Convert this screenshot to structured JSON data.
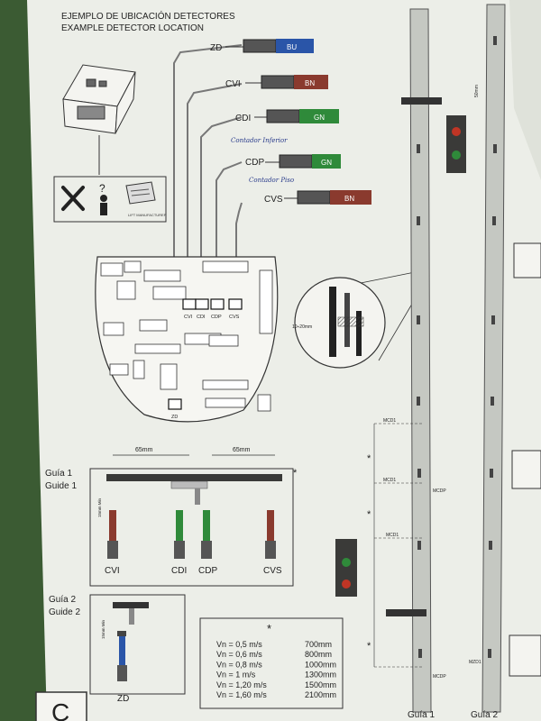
{
  "title": {
    "es": "EJEMPLO DE UBICACIÓN DETECTORES",
    "en": "EXAMPLE DETECTOR LOCATION"
  },
  "detectors": [
    {
      "id": "ZD",
      "color_label": "BU",
      "color": "#2a55a8"
    },
    {
      "id": "CVI",
      "color_label": "BN",
      "color": "#8a3a2e"
    },
    {
      "id": "CDI",
      "color_label": "GN",
      "color": "#2f8a3a"
    },
    {
      "id": "CDP",
      "color_label": "GN",
      "color": "#2f8a3a"
    },
    {
      "id": "CVS",
      "color_label": "BN",
      "color": "#8a3a2e"
    }
  ],
  "handwritten": {
    "cdi": "Contador Inferior",
    "cdp": "Contador Piso"
  },
  "manufacturer_label": "LIFT MANUFACTURER",
  "board_labels": {
    "cvi": "CVI",
    "cdi": "CDI",
    "cdp": "CDP",
    "cvs": "CVS",
    "zd": "ZD"
  },
  "zoom_label": "10÷20mm",
  "distance_50": "50mm",
  "guide1": {
    "title_es": "Guía 1",
    "title_en": "Guide 1",
    "dim_left": "65mm",
    "dim_right": "65mm",
    "vert_dim": "15mm Min",
    "sensors": [
      "CVI",
      "CDI",
      "CDP",
      "CVS"
    ]
  },
  "guide2": {
    "title_es": "Guía 2",
    "title_en": "Guide 2",
    "vert_dim": "15mm Min",
    "sensor": "ZD"
  },
  "table": {
    "symbol": "*",
    "rows": [
      {
        "speed": "Vn = 0,5 m/s",
        "dist": "700mm"
      },
      {
        "speed": "Vn = 0,6 m/s",
        "dist": "800mm"
      },
      {
        "speed": "Vn = 0,8 m/s",
        "dist": "1000mm"
      },
      {
        "speed": "Vn = 1 m/s",
        "dist": "1300mm"
      },
      {
        "speed": "Vn = 1,20 m/s",
        "dist": "1500mm"
      },
      {
        "speed": "Vn = 1,60 m/s",
        "dist": "2100mm"
      }
    ]
  },
  "rail_labels": {
    "mcd1": "MCD1",
    "mcdp": "MCDP",
    "mzd1": "MZD1",
    "star": "*",
    "guia1": "Guía 1",
    "guia2": "Guía 2"
  },
  "corner_letter": "C"
}
